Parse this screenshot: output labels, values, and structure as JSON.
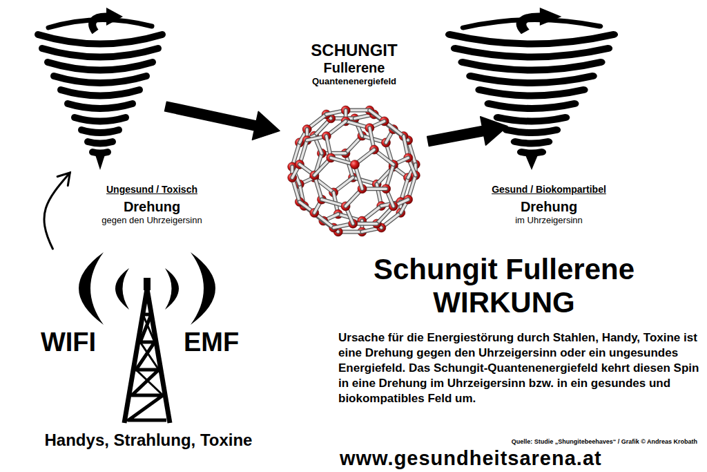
{
  "diagram": {
    "title": "Schungit Fullerene WIRKUNG",
    "nodes": [
      {
        "text": [
          "Ungesund / Toxisch",
          "Drehung",
          "gegen den Uhrzeigersinn"
        ]
      },
      {
        "text": [
          "SCHUNGIT",
          "Fullerene",
          "Quantenenergiefeld"
        ]
      },
      {
        "text": [
          "Gesund / Biokompartibel",
          "Drehung",
          "im Uhrzeigersinn"
        ]
      },
      {
        "text": [
          "WIFI",
          "EMF",
          "Handys, Strahlung, Toxine"
        ]
      }
    ],
    "edges": [
      {
        "from": 3,
        "to": 0,
        "arrow": "to"
      },
      {
        "from": 0,
        "to": 1,
        "arrow": "to"
      },
      {
        "from": 1,
        "to": 2,
        "arrow": "to"
      }
    ],
    "labels": [
      "Ursache für die Energiestörung durch Stahlen, Handy, Toxine ist eine Drehung gegen den Uhrzeigersinn oder ein ungesundes Energiefeld. Das Schungit-Quantenenergiefeld kehrt diesen Spin in eine Drehung im Uhrzeigersinn bzw. in ein gesundes und biokompatibles Feld um.",
      "Quelle: Studie „Shungitebeehaves“ / Grafik © Andreas Krobath",
      "www.gesundheitsarena.at"
    ]
  }
}
